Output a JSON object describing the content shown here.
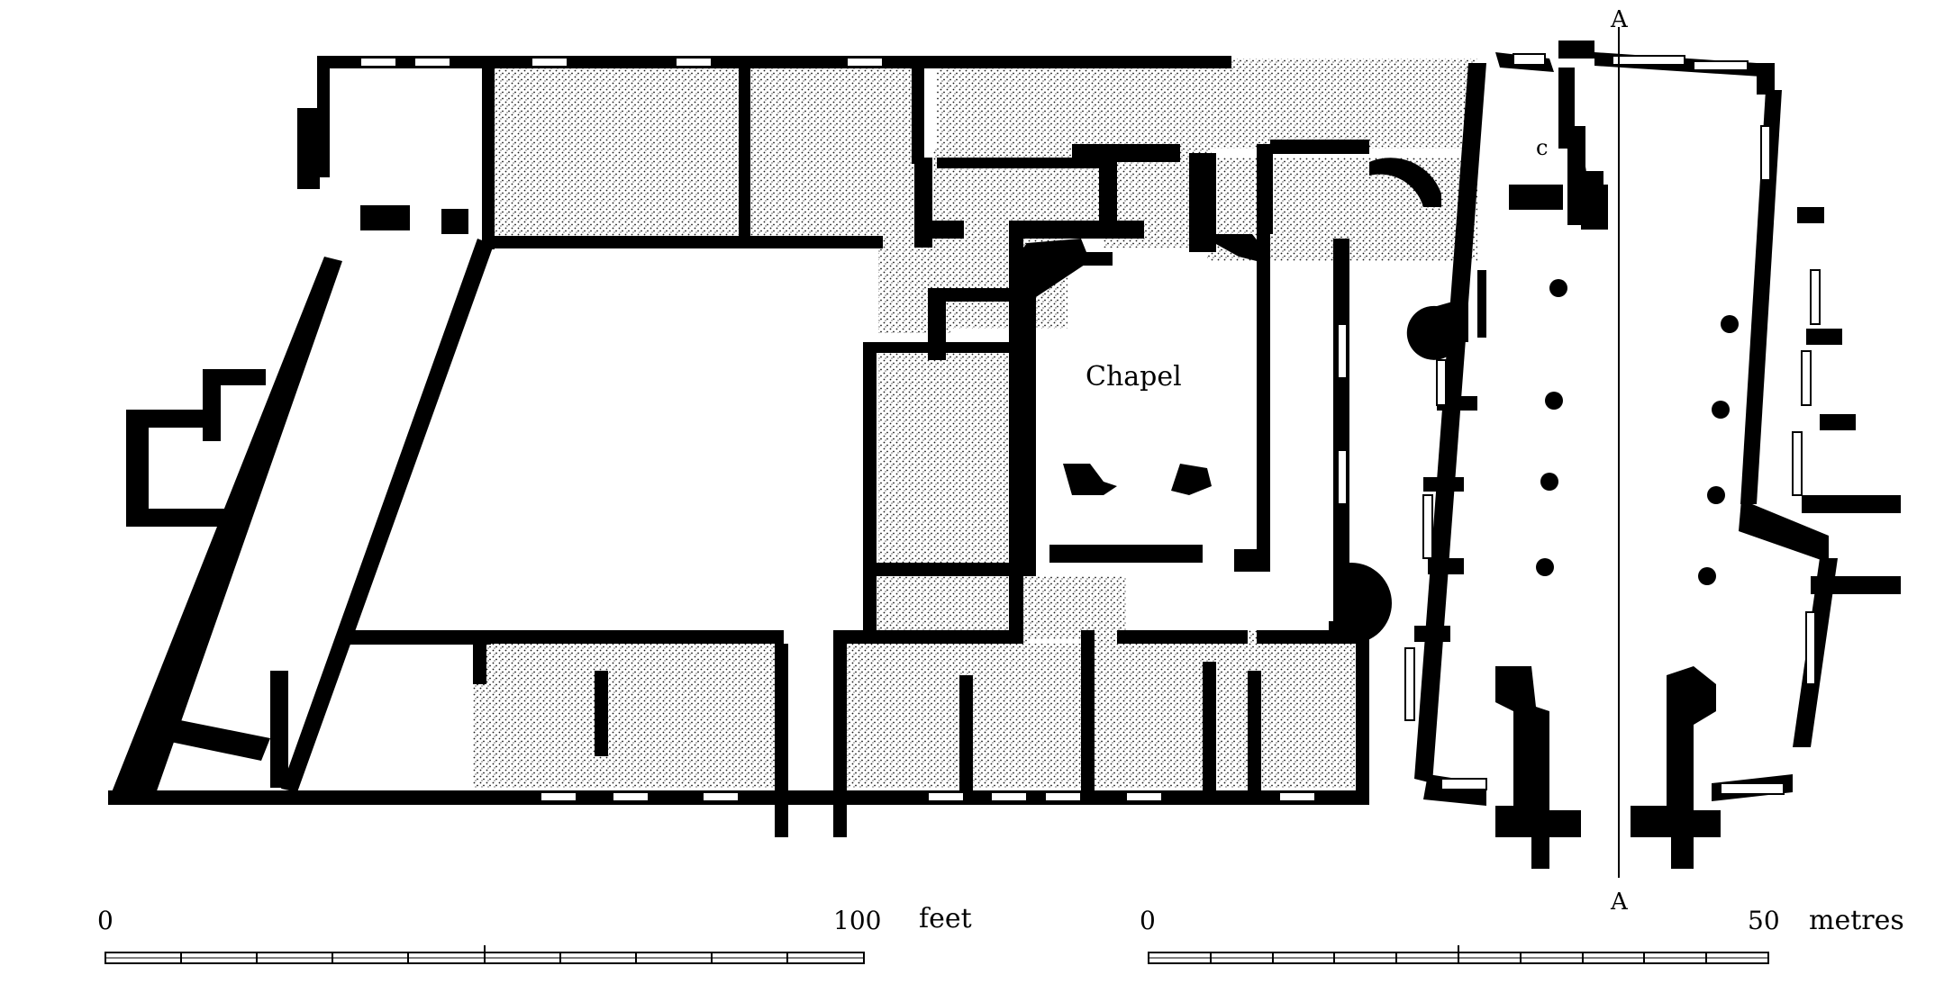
{
  "plan": {
    "room_label": "Chapel",
    "section_label_top": "A",
    "section_label_bottom": "A",
    "detail_label": "c"
  },
  "scale_feet": {
    "start": "0",
    "end": "100",
    "unit": "feet"
  },
  "scale_metres": {
    "start": "0",
    "end": "50",
    "unit": "metres"
  },
  "colors": {
    "wall": "#000000",
    "background": "#ffffff",
    "stipple": "#1a1a1a"
  }
}
